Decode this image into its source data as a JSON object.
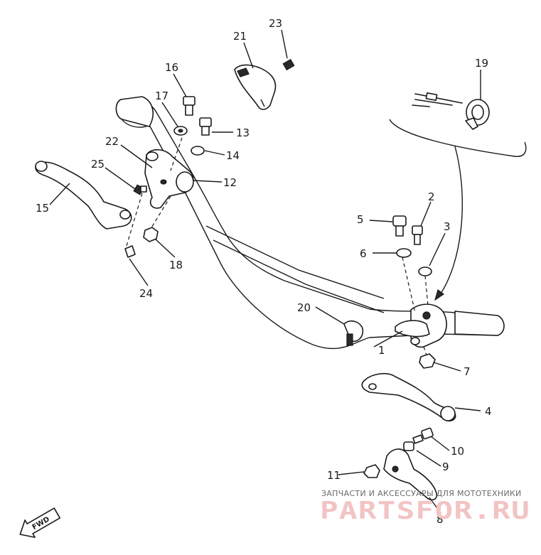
{
  "diagram": {
    "callouts": {
      "n1": "1",
      "n2": "2",
      "n3": "3",
      "n4": "4",
      "n5": "5",
      "n6": "6",
      "n7": "7",
      "n8": "8",
      "n9": "9",
      "n10": "10",
      "n11": "11",
      "n12": "12",
      "n13": "13",
      "n14": "14",
      "n15": "15",
      "n16": "16",
      "n17": "17",
      "n18": "18",
      "n19": "19",
      "n20": "20",
      "n21": "21",
      "n22": "22",
      "n23": "23",
      "n24": "24",
      "n25": "25"
    },
    "direction_label": "FWD"
  },
  "watermark": {
    "tagline": "ЗАПЧАСТИ И АКСЕССУАРЫ ДЛЯ МОТОТЕХНИКИ",
    "brand": "PARTSFOR.RU"
  },
  "colors": {
    "line": "#1a1a1a",
    "watermark_brand": "#f2c4c4",
    "watermark_tagline": "#6a6a6a"
  }
}
